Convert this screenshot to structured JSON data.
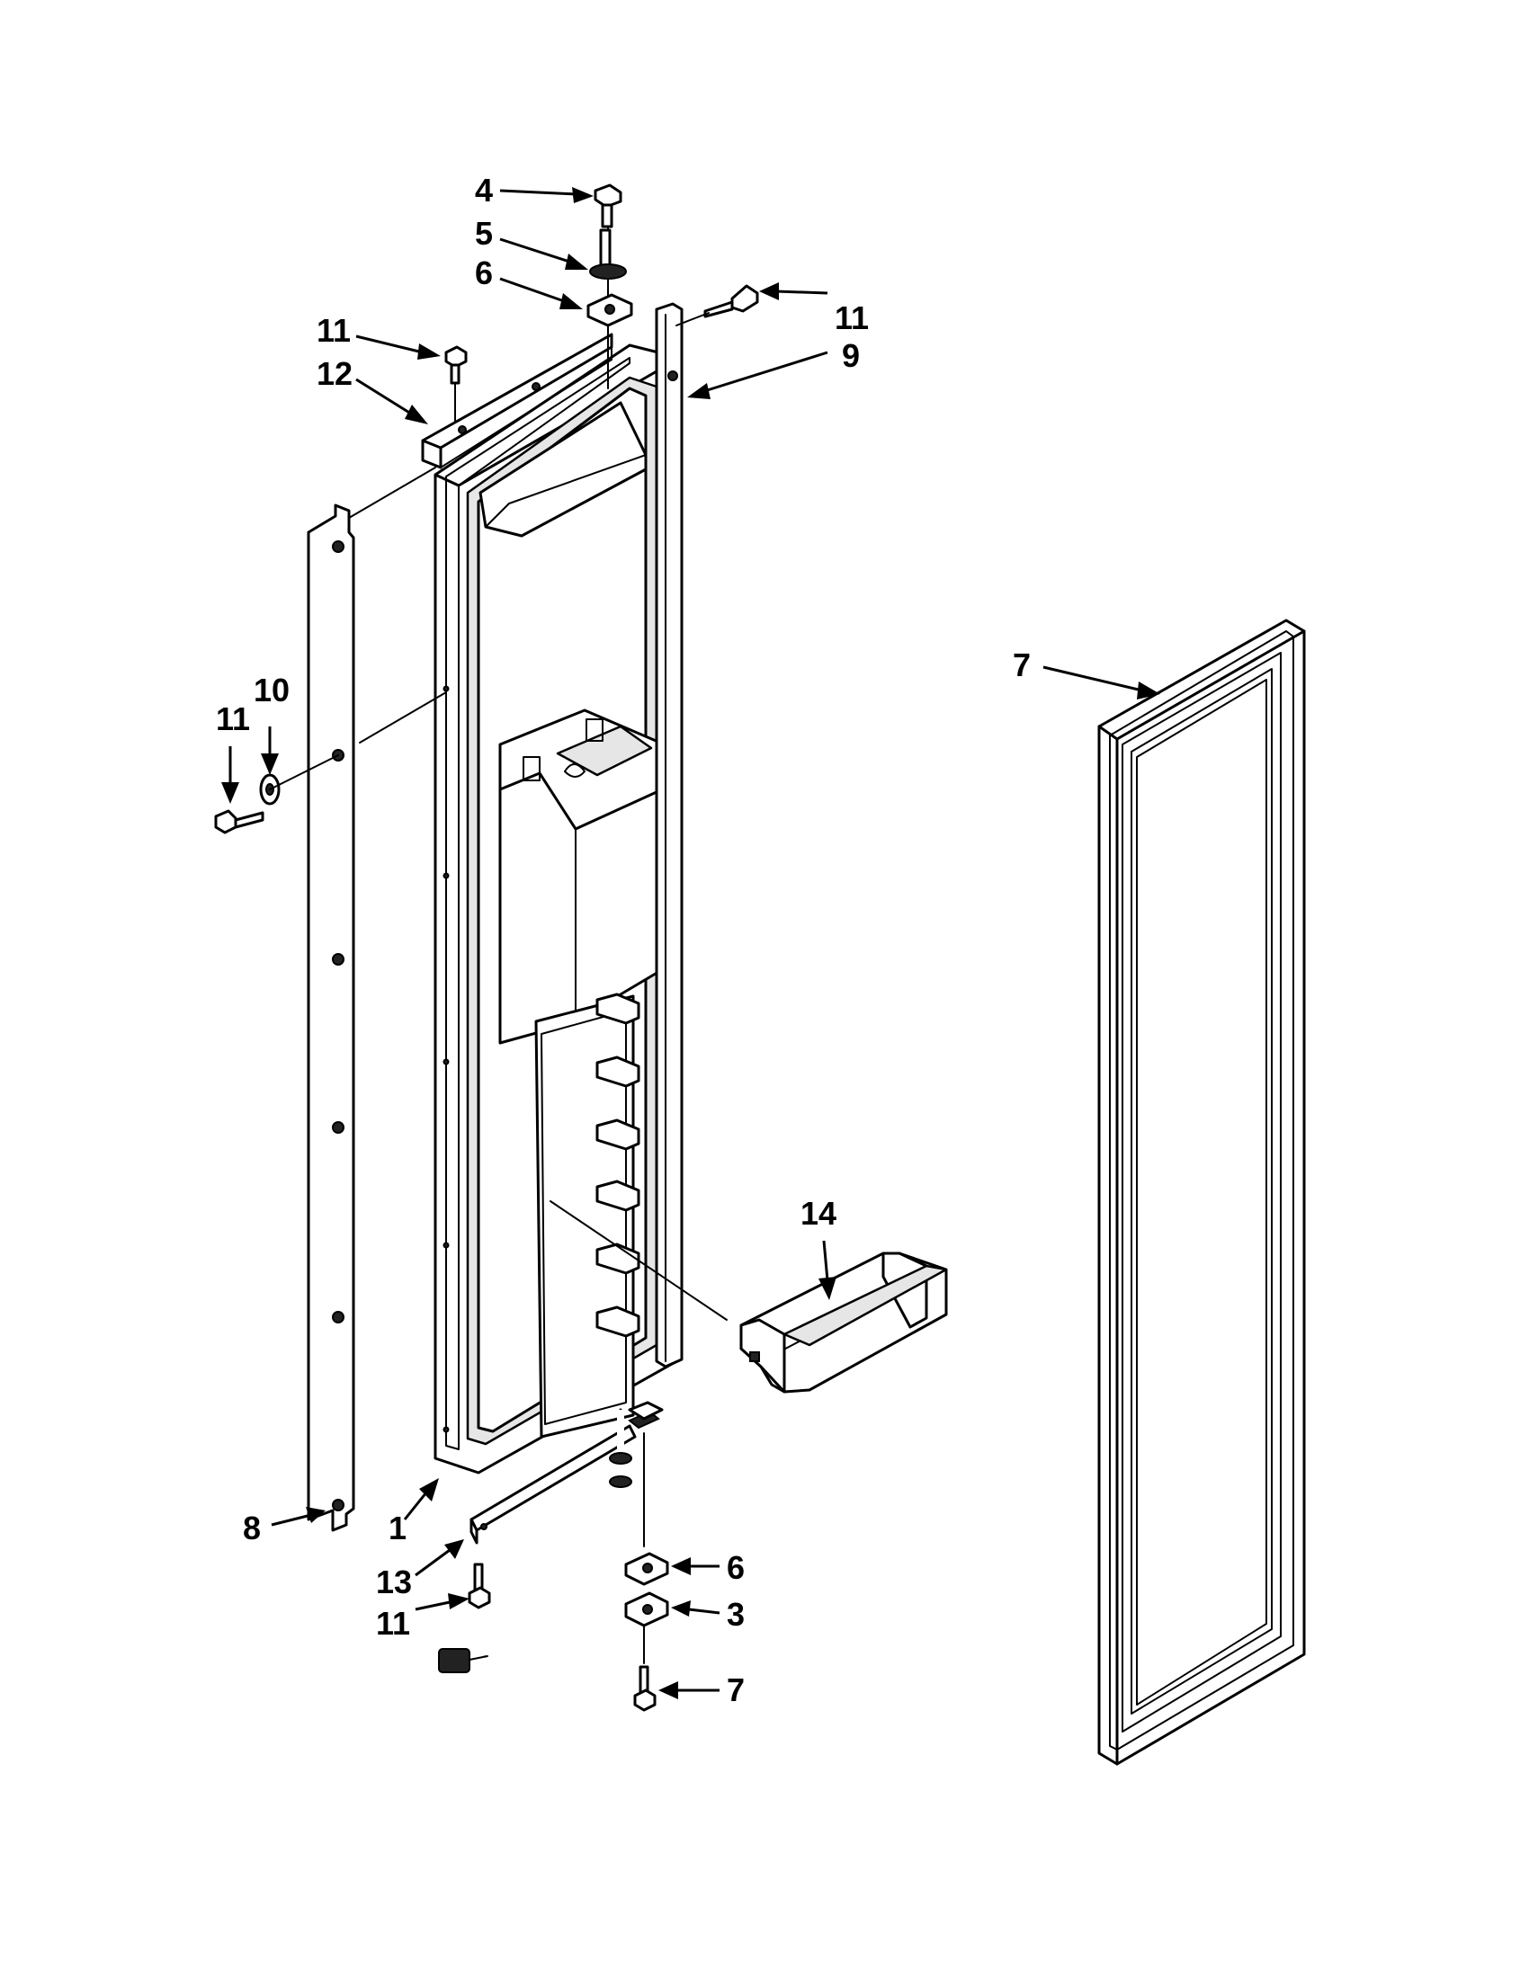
{
  "callouts": {
    "c4": "4",
    "c5": "5",
    "c6_top": "6",
    "c11_top_left": "11",
    "c12": "12",
    "c11_top_right": "11",
    "c9": "9",
    "c11_left": "11",
    "c10": "10",
    "c7_gasket": "7",
    "c14": "14",
    "c8": "8",
    "c1": "1",
    "c13": "13",
    "c11_bottom": "11",
    "c6_bottom": "6",
    "c3": "3",
    "c7_screw": "7"
  }
}
